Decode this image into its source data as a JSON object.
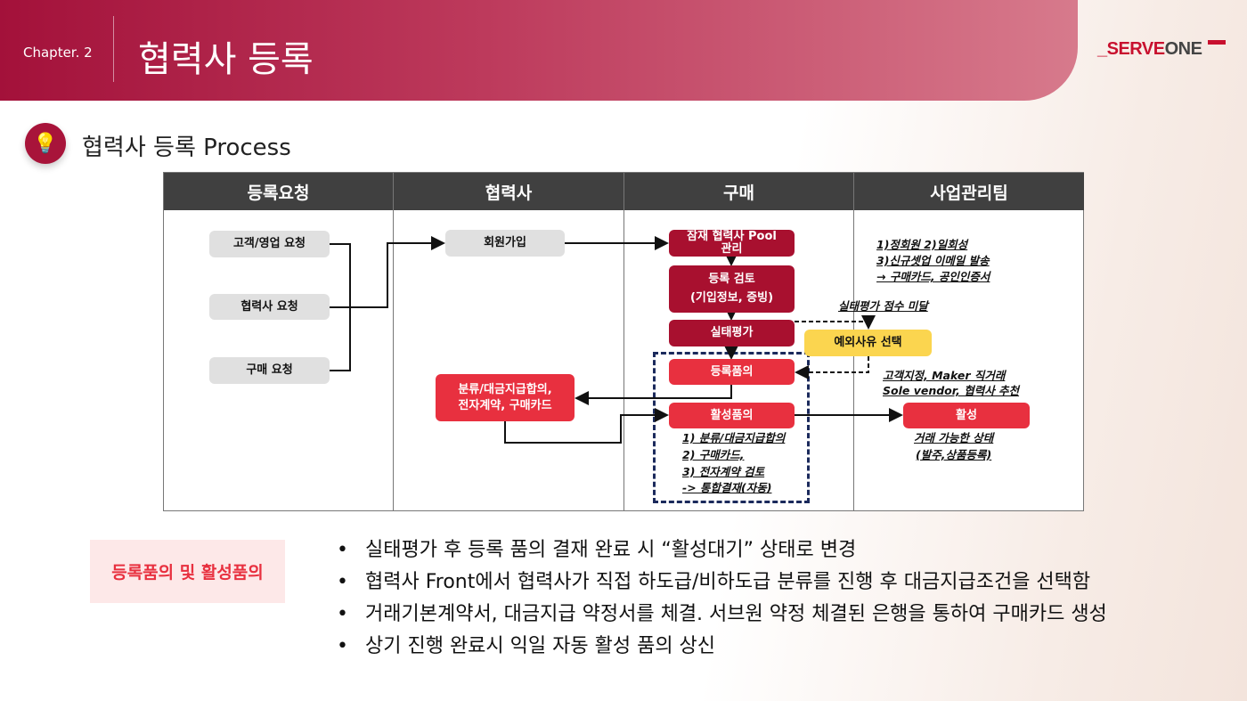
{
  "header": {
    "chapter": "Chapter. 2",
    "title": "협력사 등록",
    "logo": "SERVEONE",
    "logo_red": "SERVE",
    "logo_gray": "ONE"
  },
  "section": {
    "icon": "lightbulb-icon",
    "title": "협력사 등록 Process"
  },
  "columns": [
    "등록요청",
    "협력사",
    "구매",
    "사업관리팀"
  ],
  "flow": {
    "customer_request": "고객/영업 요청",
    "partner_request": "협력사 요청",
    "purchase_request": "구매 요청",
    "signup": "회원가입",
    "classification_line1": "분류/대금지급합의,",
    "classification_line2": "전자계약, 구매카드",
    "pool_line1": "잠재 협력사 Pool",
    "pool_line2": "관리",
    "review_line1": "등록 검토",
    "review_line2": "(기입정보, 증빙)",
    "evaluation": "실태평가",
    "exception": "예외사유 선택",
    "reg_approval": "등록품의",
    "act_approval": "활성품의",
    "active": "활성",
    "note_member_1": "1)정회원 2)일회성",
    "note_member_2": "3)신규셋업 이메일 발송",
    "note_member_3": "→ 구매카드, 공인인증서",
    "note_fail": "실태평가 점수 미달",
    "note_vendor_1": "고객지정, Maker 직거래",
    "note_vendor_2": "Sole vendor, 협력사 추천",
    "note_act_1": "1) 분류/대금지급합의",
    "note_act_2": "2) 구매카드,",
    "note_act_3": "3) 전자계약 검토",
    "note_act_4": "-> 통합결재(자동)",
    "note_active_1": "거래 가능한 상태",
    "note_active_2": "(발주,상품등록)"
  },
  "summary": {
    "tag": "등록품의 및 활성품의",
    "bullets": [
      "실태평가 후 등록 품의 결재 완료 시 “활성대기” 상태로 변경",
      "협력사 Front에서 협력사가 직접 하도급/비하도급 분류를 진행 후 대금지급조건을 선택함",
      "거래기본계약서, 대금지급 약정서를 체결. 서브원 약정 체결된 은행을 통하여 구매카드 생성",
      "상기 진행 완료시 익일 자동 활성 품의 상신"
    ]
  },
  "colors": {
    "brand": "#a8102f",
    "accent": "#e8303f",
    "highlight": "#fbd54f"
  }
}
